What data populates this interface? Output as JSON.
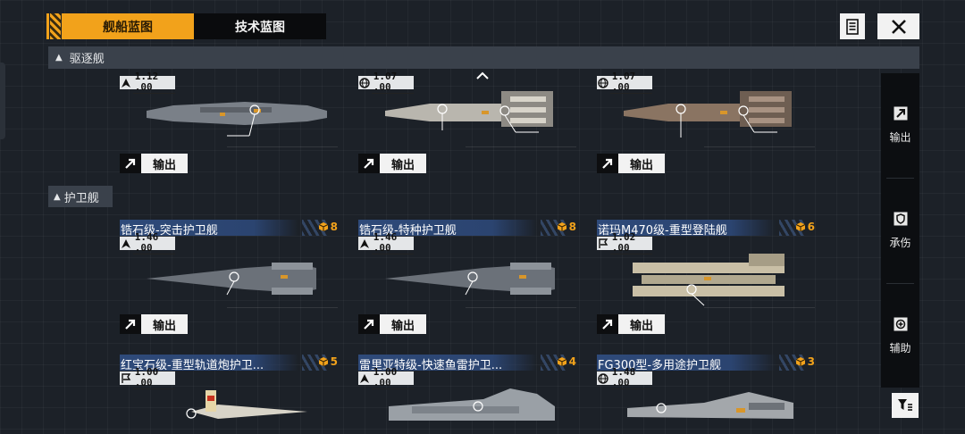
{
  "tabs": [
    {
      "label": "舰船蓝图",
      "active": true
    },
    {
      "label": "技术蓝图",
      "active": false
    }
  ],
  "sections": {
    "destroyer": "驱逐舰",
    "frigate": "护卫舰"
  },
  "export_label": "输出",
  "cards": [
    {
      "name": "",
      "stat": "1.12 .00",
      "count": ""
    },
    {
      "name": "",
      "stat": "1.07 .00",
      "count": ""
    },
    {
      "name": "",
      "stat": "1.07 .00",
      "count": ""
    },
    {
      "name": "锆石级-突击护卫舰",
      "stat": "1.46 .00",
      "count": "8"
    },
    {
      "name": "锆石级-特种护卫舰",
      "stat": "1.46 .00",
      "count": "8"
    },
    {
      "name": "诺玛M470级-重型登陆舰",
      "stat": "1.02 .00",
      "count": "6"
    },
    {
      "name": "红宝石级-重型轨道炮护卫...",
      "stat": "1.00 .00",
      "count": "5"
    },
    {
      "name": "雷里亚特级-快速鱼雷护卫...",
      "stat": "1.00 .00",
      "count": "4"
    },
    {
      "name": "FG300型-多用途护卫舰",
      "stat": "1.48 .00",
      "count": "3"
    }
  ],
  "right_panel": [
    {
      "label": "输出",
      "icon": "arrow-up-right-icon"
    },
    {
      "label": "承伤",
      "icon": "shield-icon"
    },
    {
      "label": "辅助",
      "icon": "support-icon"
    }
  ],
  "colors": {
    "accent": "#f2a21b",
    "name_band": "#2e4a7a",
    "background": "#1c2128"
  }
}
